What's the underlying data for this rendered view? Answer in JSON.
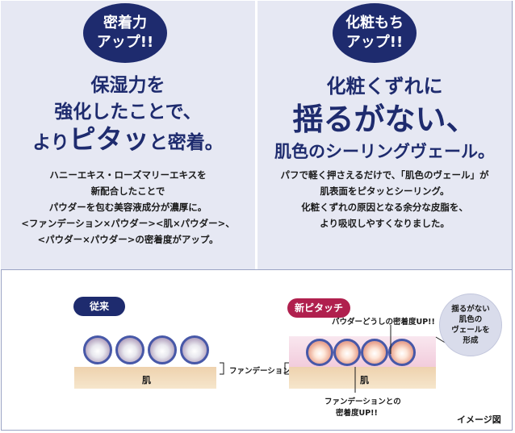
{
  "left_panel": {
    "badge": [
      "密着力",
      "アップ!!"
    ],
    "headline": {
      "line1": "保湿力を",
      "line2": "強化したことで、",
      "line3_pre": "より",
      "line3_big": "ピタッ",
      "line3_post": "と密着。"
    },
    "body": [
      "ハニーエキス・ローズマリーエキスを",
      "新配合したことで",
      "パウダーを包む美容液成分が濃厚に。",
      "<ファンデーション×パウダー><肌×パウダー>、",
      "<パウダー×パウダー>の密着度がアップ。"
    ]
  },
  "right_panel": {
    "badge": [
      "化粧もち",
      "アップ!!"
    ],
    "headline": {
      "line1": "化粧くずれに",
      "line2": "揺るがない、",
      "line3": "肌色のシーリングヴェール。"
    },
    "body": [
      "パフで軽く押さえるだけで、「肌色のヴェール」が",
      "肌表面をピタッとシーリング。",
      "化粧くずれの原因となる余分な皮脂を、",
      "より吸収しやすくなりました。"
    ]
  },
  "diagram": {
    "old_label": "従来",
    "new_label": "新ピタッチ",
    "skin_label": "肌",
    "foundation_label": "ファンデーション",
    "powder_adhesion": "パウダーどうしの密着度UP!!",
    "foundation_adhesion": [
      "ファンデーションとの",
      "密着度UP!!"
    ],
    "bubble": [
      "揺るがない",
      "肌色の",
      "ヴェールを",
      "形成"
    ],
    "image_note": "イメージ図"
  },
  "colors": {
    "navy": "#1e2b6e",
    "panel_bg": "#e6e8f3",
    "new_pill": "#b0204e",
    "skin": "#f2dfc2",
    "veil": "#f2ccdc"
  }
}
